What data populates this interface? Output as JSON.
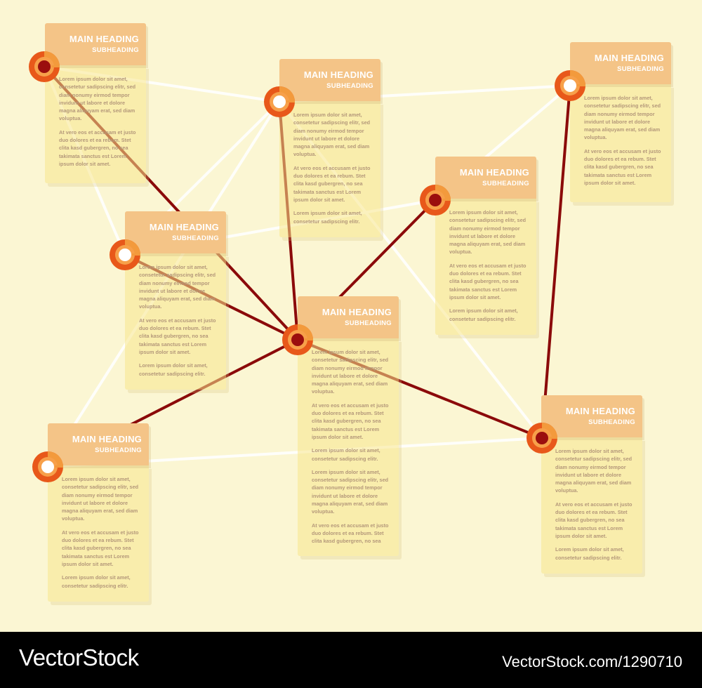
{
  "colors": {
    "background": "#fbf6d3",
    "card_header": "#f4c487",
    "card_body": "#f7e68c",
    "body_text": "#b4987a",
    "link_dark": "#8b0a0a",
    "link_light": "#ffffff",
    "node_ring": "#e8581a",
    "node_core": "#9b0e0e",
    "footer": "#000000"
  },
  "card_text": {
    "heading": "MAIN HEADING",
    "subheading": "SUBHEADING",
    "p1": "Lorem ipsum dolor sit amet, consetetur sadipscing elitr, sed diam nonumy eirmod tempor invidunt ut labore et dolore magna aliquyam erat, sed diam voluptua.",
    "p2": "At vero eos et accusam et justo duo dolores et ea rebum. Stet clita kasd gubergren, no sea takimata sanctus est Lorem ipsum dolor sit amet.",
    "p3": "Lorem ipsum dolor sit amet, consetetur sadipscing elitr.",
    "p4": "At vero eos et accusam et justo duo dolores et ea rebum. Stet clita kasd gubergren, no sea"
  },
  "footer": {
    "brand": "VectorStock",
    "image_id": "VectorStock.com/1290710"
  }
}
